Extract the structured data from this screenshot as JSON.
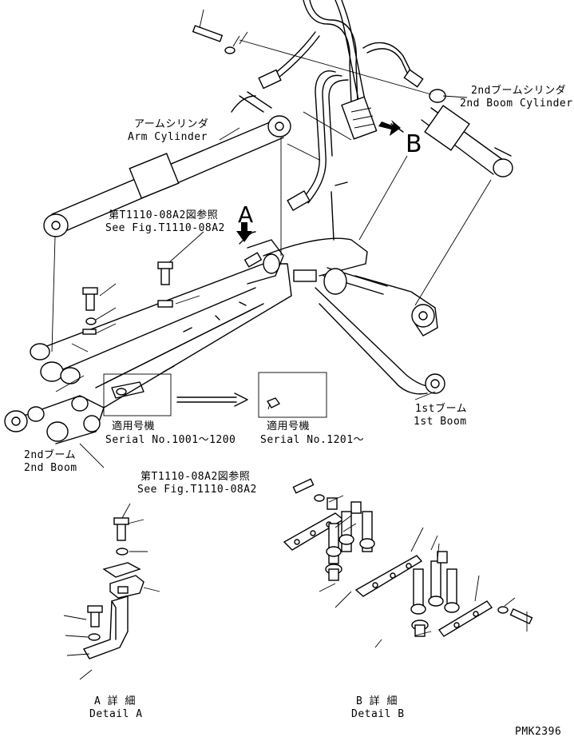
{
  "labels": {
    "arm_cylinder_jp": "アームシリンダ",
    "arm_cylinder_en": "Arm Cylinder",
    "boom2_cylinder_jp": "2ndブームシリンダ",
    "boom2_cylinder_en": "2nd Boom Cylinder",
    "ref_fig_jp_top": "第T1110-08A2図参照",
    "ref_fig_en_top": "See Fig.T1110-08A2",
    "callout_a": "A",
    "callout_b": "B",
    "boom1_jp": "1stブーム",
    "boom1_en": "1st Boom",
    "boom2_jp": "2ndブーム",
    "boom2_en": "2nd Boom",
    "serial_left_jp": "適用号機",
    "serial_left_en": "Serial No.1001〜1200",
    "serial_right_jp": "適用号機",
    "serial_right_en": "Serial No.1201〜",
    "ref_fig_jp_detail": "第T1110-08A2図参照",
    "ref_fig_en_detail": "See Fig.T1110-08A2",
    "detail_a_jp": "A 詳 細",
    "detail_a_en": "Detail A",
    "detail_b_jp": "B 詳 細",
    "detail_b_en": "Detail B",
    "drawing_code": "PMK2396"
  }
}
